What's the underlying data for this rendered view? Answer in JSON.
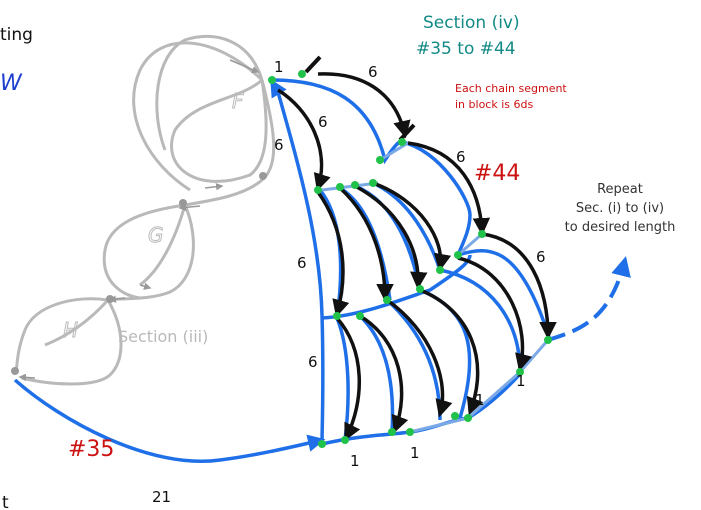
{
  "cut_text": {
    "top_left": "ting",
    "left_italic": "W",
    "bottom_left": "t"
  },
  "section_iv": {
    "title": "Section (iv)",
    "range": "#35 to #44"
  },
  "note": {
    "line1": "Each chain segment",
    "line2": "in block is 6ds"
  },
  "section_iii": {
    "label": "Section (iii)"
  },
  "repeat": {
    "line1": "Repeat",
    "line2": "Sec. (i) to (iv)",
    "line3": "to desired length"
  },
  "markers": {
    "start": "#35",
    "end": "#44"
  },
  "petals": {
    "f": "F",
    "g": "G",
    "h": "H"
  },
  "counts": {
    "top_six": "6",
    "upper_six_a": "6",
    "upper_six_b": "6",
    "mid_right_six": "6",
    "left_six": "6",
    "lower_left_six": "6",
    "right_six": "6",
    "one_top": "1",
    "one_a": "1",
    "one_b": "1",
    "one_c": "1",
    "one_d": "1",
    "bottom_count": "21"
  },
  "colors": {
    "blue": "#1e6fe8",
    "black": "#111111",
    "grey": "#b9b9b9",
    "green": "#21c24a",
    "red": "#cc1111",
    "teal": "#138a86"
  }
}
